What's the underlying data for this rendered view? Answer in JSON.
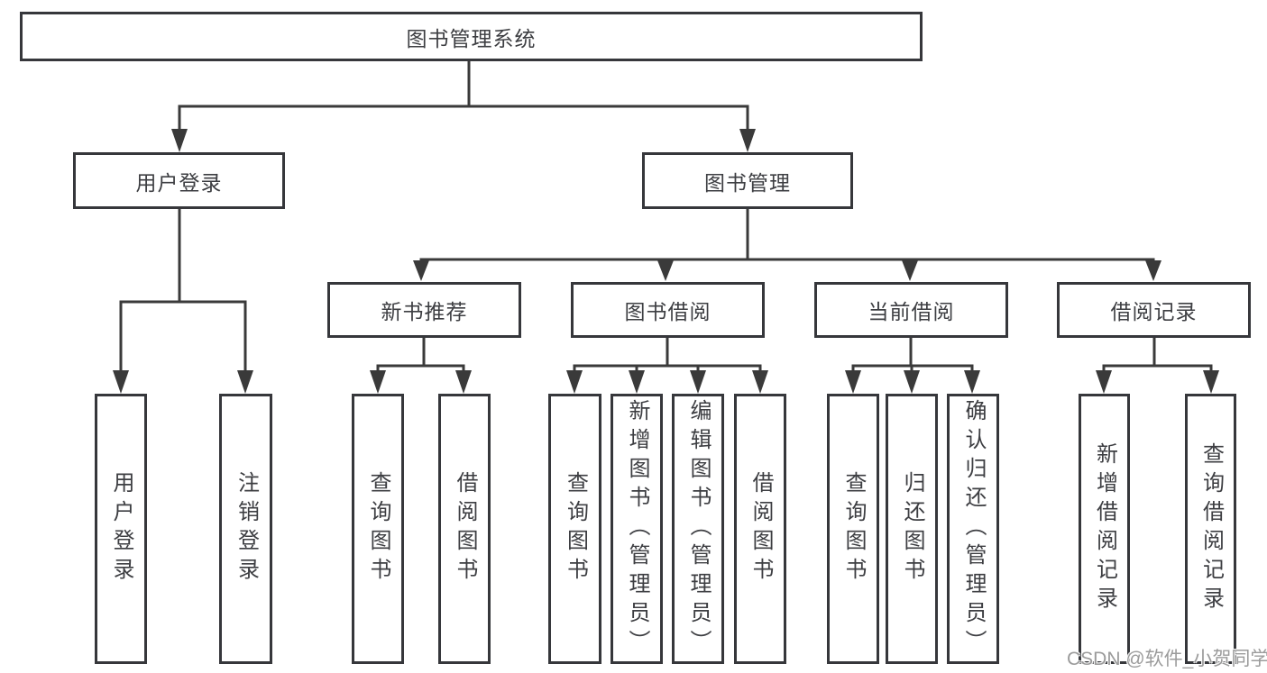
{
  "colors": {
    "line": "#3a3a3a",
    "border": "#36373b",
    "text": "#3d3e42",
    "watermark": "#9b9b9b",
    "bg": "#ffffff"
  },
  "root": {
    "label": "图书管理系统"
  },
  "level2": {
    "user_login": {
      "label": "用户登录",
      "children": [
        "用户登录",
        "注销登录"
      ]
    },
    "book_mgmt": {
      "label": "图书管理"
    }
  },
  "level3": {
    "new_book_rec": {
      "label": "新书推荐",
      "children": [
        "查询图书",
        "借阅图书"
      ]
    },
    "book_borrow": {
      "label": "图书借阅",
      "children": [
        "查询图书",
        "新增图书（管理员）",
        "编辑图书（管理员）",
        "借阅图书"
      ]
    },
    "current_borrow": {
      "label": "当前借阅",
      "children": [
        "查询图书",
        "归还图书",
        "确认归还（管理员）"
      ]
    },
    "borrow_record": {
      "label": "借阅记录",
      "children": [
        "新增借阅记录",
        "查询借阅记录"
      ]
    }
  },
  "watermark": {
    "text": "CSDN @软件_小贺同学"
  }
}
